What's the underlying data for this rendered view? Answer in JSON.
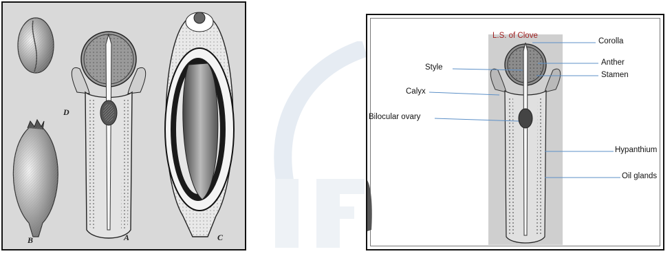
{
  "left_figure": {
    "letters": {
      "D": "D",
      "B": "B",
      "A": "A",
      "C": "C"
    }
  },
  "right_figure": {
    "title": "L.S. of Clove",
    "labels": {
      "corolla": "Corolla",
      "anther": "Anther",
      "stamen": "Stamen",
      "style": "Style",
      "calyx": "Calyx",
      "bilocular_ovary": "Bilocular ovary",
      "hypanthium": "Hypanthium",
      "oil_glands": "Oil glands"
    }
  },
  "colors": {
    "title": "#a02020",
    "leader_line": "#5b8fc7",
    "watermark": "#dfe7f0"
  }
}
